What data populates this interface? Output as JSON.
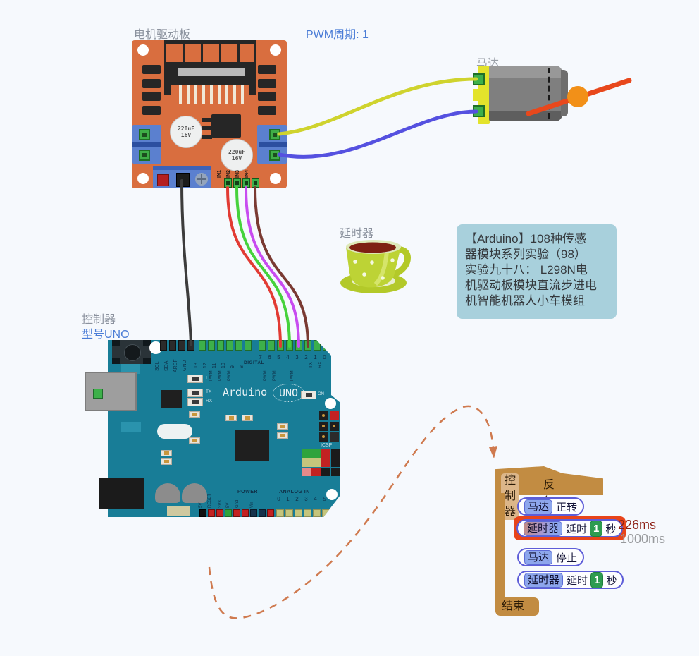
{
  "page": {
    "bg": "#f6f9fd"
  },
  "labels": {
    "driver_board": "电机驱动板",
    "pwm_period": "PWM周期: 1",
    "motor": "马达",
    "timer": "延时器",
    "controller": "控制器",
    "controller_model": "型号UNO"
  },
  "info_box": {
    "lines": [
      "【Arduino】108种传感",
      "器模块系列实验（98）",
      "实验九十八： L298N电",
      "机驱动板模块直流步进电",
      "机智能机器人小车模组"
    ]
  },
  "driver_board": {
    "capacitor": {
      "line1": "220uF",
      "line2": "16V"
    },
    "pins": [
      "IN1",
      "IN2",
      "IN3",
      "IN4"
    ]
  },
  "arduino": {
    "brand": "Arduino",
    "model": "UNO",
    "on_label": "ON",
    "led_l": "L",
    "led_tx": "TX",
    "led_rx": "RX",
    "digital_label": "DIGITAL",
    "comm_pins": [
      "SCL",
      "SDA",
      "AREF",
      "GND"
    ],
    "digital_pins_high": [
      "13",
      "12",
      "11",
      "10",
      "9",
      "8"
    ],
    "digital_pins_low": [
      "7",
      "6",
      "5",
      "4",
      "3",
      "2",
      "1",
      "0"
    ],
    "pwm_label": "PWM",
    "serial_pins": [
      "TX",
      "RX"
    ],
    "icsp_label": "ICSP",
    "power_label": "POWER",
    "power_pins": [
      "5V",
      "RESET",
      "3V3",
      "5V",
      "Gnd",
      "Vin"
    ],
    "analog_label": "ANALOG IN",
    "analog_pins": [
      "0",
      "1",
      "2",
      "3",
      "4",
      "5"
    ]
  },
  "program": {
    "hat": {
      "target": "控制器",
      "action": "反复执行"
    },
    "statements": [
      {
        "target": "马达",
        "action": "正转"
      },
      {
        "target": "延时器",
        "action": "延时",
        "value": "1",
        "unit": "秒",
        "measured": "226ms",
        "expected": "1000ms"
      },
      {
        "target": "马达",
        "action": "停止"
      },
      {
        "target": "延时器",
        "action": "延时",
        "value": "1",
        "unit": "秒"
      }
    ],
    "end_label": "结束"
  },
  "colors": {
    "driver_board": "#d96e3f",
    "arduino": "#187d97",
    "highlight": "#e8441a",
    "block_tan": "#c28c42",
    "chip_blue": "#8da6ec",
    "value_green": "#2d9b50",
    "wire_yellow": "#cfd32e",
    "wire_blue": "#5551e0",
    "wire_black": "#3c3c3c",
    "wire_red": "#e23b34",
    "wire_green": "#46d23c",
    "wire_magenta": "#c84cf0",
    "wire_brown": "#7a3a32",
    "dash_curve": "#cf7a4f",
    "propeller": "#e8481c",
    "hub": "#f29018"
  }
}
